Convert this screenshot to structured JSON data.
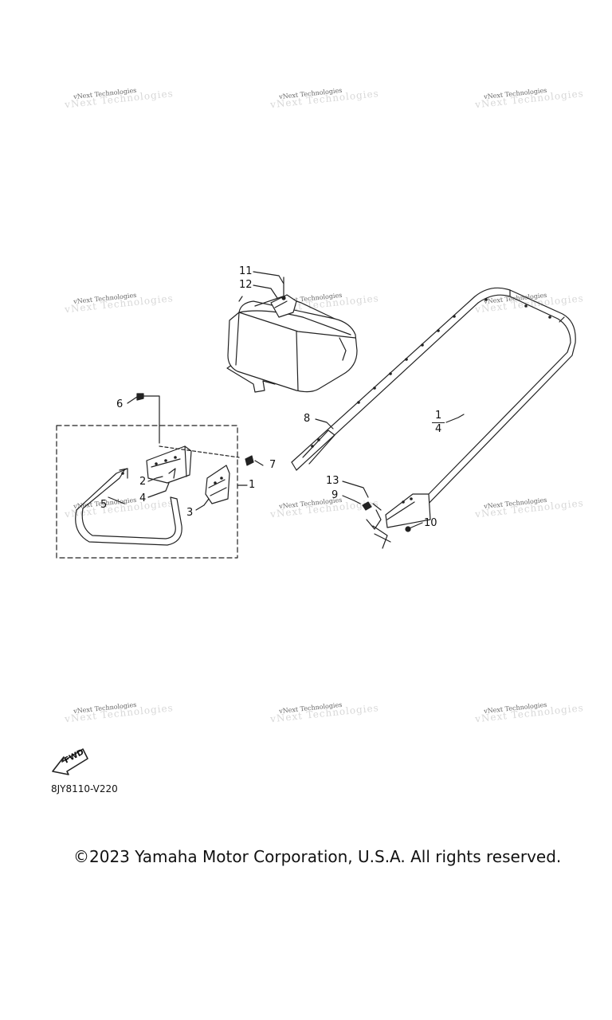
{
  "watermark": {
    "text": "vNext Technologies"
  },
  "callouts": [
    {
      "id": "11",
      "text": "11"
    },
    {
      "id": "12",
      "text": "12"
    },
    {
      "id": "6",
      "text": "6"
    },
    {
      "id": "7",
      "text": "7"
    },
    {
      "id": "2",
      "text": "2"
    },
    {
      "id": "1",
      "text": "1"
    },
    {
      "id": "4",
      "text": "4"
    },
    {
      "id": "5",
      "text": "5"
    },
    {
      "id": "3",
      "text": "3"
    },
    {
      "id": "8",
      "text": "8"
    },
    {
      "id": "13",
      "text": "13"
    },
    {
      "id": "9",
      "text": "9"
    },
    {
      "id": "10",
      "text": "10"
    }
  ],
  "fraction": {
    "numerator": "1",
    "denominator": "4"
  },
  "fwd_label": "FWD",
  "diagram_code": "8JY8110-V220",
  "copyright": "©2023 Yamaha Motor Corporation, U.S.A. All rights reserved."
}
